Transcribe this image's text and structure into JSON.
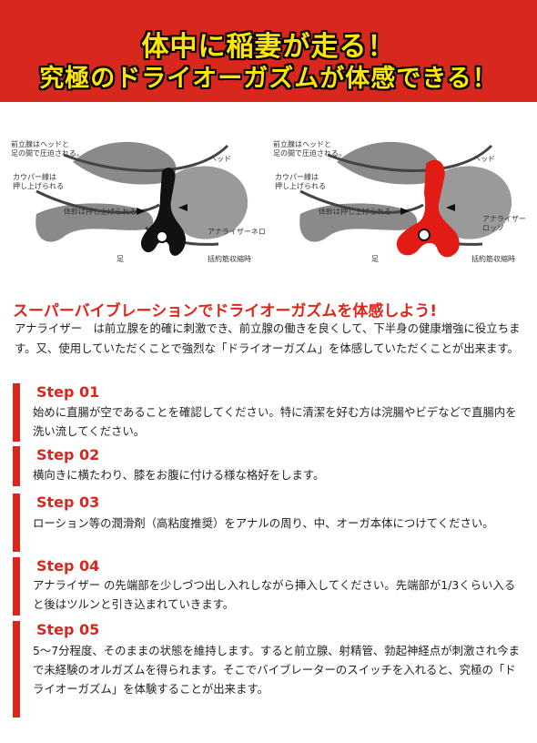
{
  "banner": {
    "line1": "体中に稲妻が走る！",
    "line2": "究極のドライオーガズムが体感できる！"
  },
  "diagram_left": {
    "label_prostate": "前立腺はヘッドと\n足の間で圧迫される。",
    "label_cowper": "カウパー線は\n押し上げられる",
    "label_body": "体幹は押し上げられる",
    "label_head": "ヘッド",
    "label_device": "アナライザーネロ",
    "label_foot": "足",
    "label_muscle": "括約筋収縮時"
  },
  "diagram_right": {
    "label_prostate": "前立腺はヘッドと\n足の間で圧迫される。",
    "label_cowper": "カウパー線は\n押し上げられる",
    "label_body": "体幹は押し上げられる",
    "label_head": "ヘッド",
    "label_device": "アナライザー\nロッソ",
    "label_foot": "足",
    "label_muscle": "括約筋収縮時"
  },
  "headline": "スーパーバイブレーションでドライオーガズムを体感しよう!",
  "intro": "アナライザー　は前立腺を的確に刺激でき、前立腺の働きを良くして、下半身の健康増強に役立ちます。又、使用していただくことで強烈な「ドライオーガズム」を体感していただくことが出来ます。",
  "steps": [
    {
      "title": "Step 01",
      "text": "始めに直腸が空であることを確認してください。特に清潔を好む方は浣腸やビデなどで直腸内を洗い流してください。"
    },
    {
      "title": "Step 02",
      "text": "横向きに横たわり、膝をお腹に付ける様な格好をします。"
    },
    {
      "title": "Step 03",
      "text": "ローション等の潤滑剤（高粘度推奨）をアナルの周り、中、オーガ本体につけてください。"
    },
    {
      "title": "Step 04",
      "text": "アナライザー の先端部を少しづつ出し入れしながら挿入してください。先端部が1/3くらい入ると後はツルンと引き込まれていきます。"
    },
    {
      "title": "Step 05",
      "text": "5～7分程度、そのままの状態を維持します。すると前立腺、射精管、勃起神経点が刺激され今まで未経験のオルガズムを得られます。そこでバイブレーターのスイッチを入れると、究極の「ドライオーガズム」を体験することが出来ます。"
    }
  ],
  "colors": {
    "brand_red": "#d8271d",
    "banner_text": "#ffe600",
    "device_black": "#111111",
    "device_red": "#e21b14"
  }
}
